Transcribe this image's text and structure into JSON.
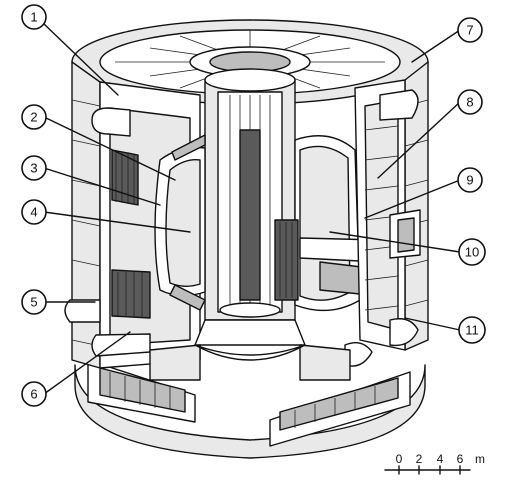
{
  "callouts": [
    {
      "id": "1",
      "label": "1"
    },
    {
      "id": "2",
      "label": "2"
    },
    {
      "id": "3",
      "label": "3"
    },
    {
      "id": "4",
      "label": "4"
    },
    {
      "id": "5",
      "label": "5"
    },
    {
      "id": "6",
      "label": "6"
    },
    {
      "id": "7",
      "label": "7"
    },
    {
      "id": "8",
      "label": "8"
    },
    {
      "id": "9",
      "label": "9"
    },
    {
      "id": "10",
      "label": "10"
    },
    {
      "id": "11",
      "label": "11"
    }
  ],
  "scale_bar": {
    "ticks": [
      "0",
      "2",
      "4",
      "6"
    ],
    "unit": "m"
  }
}
